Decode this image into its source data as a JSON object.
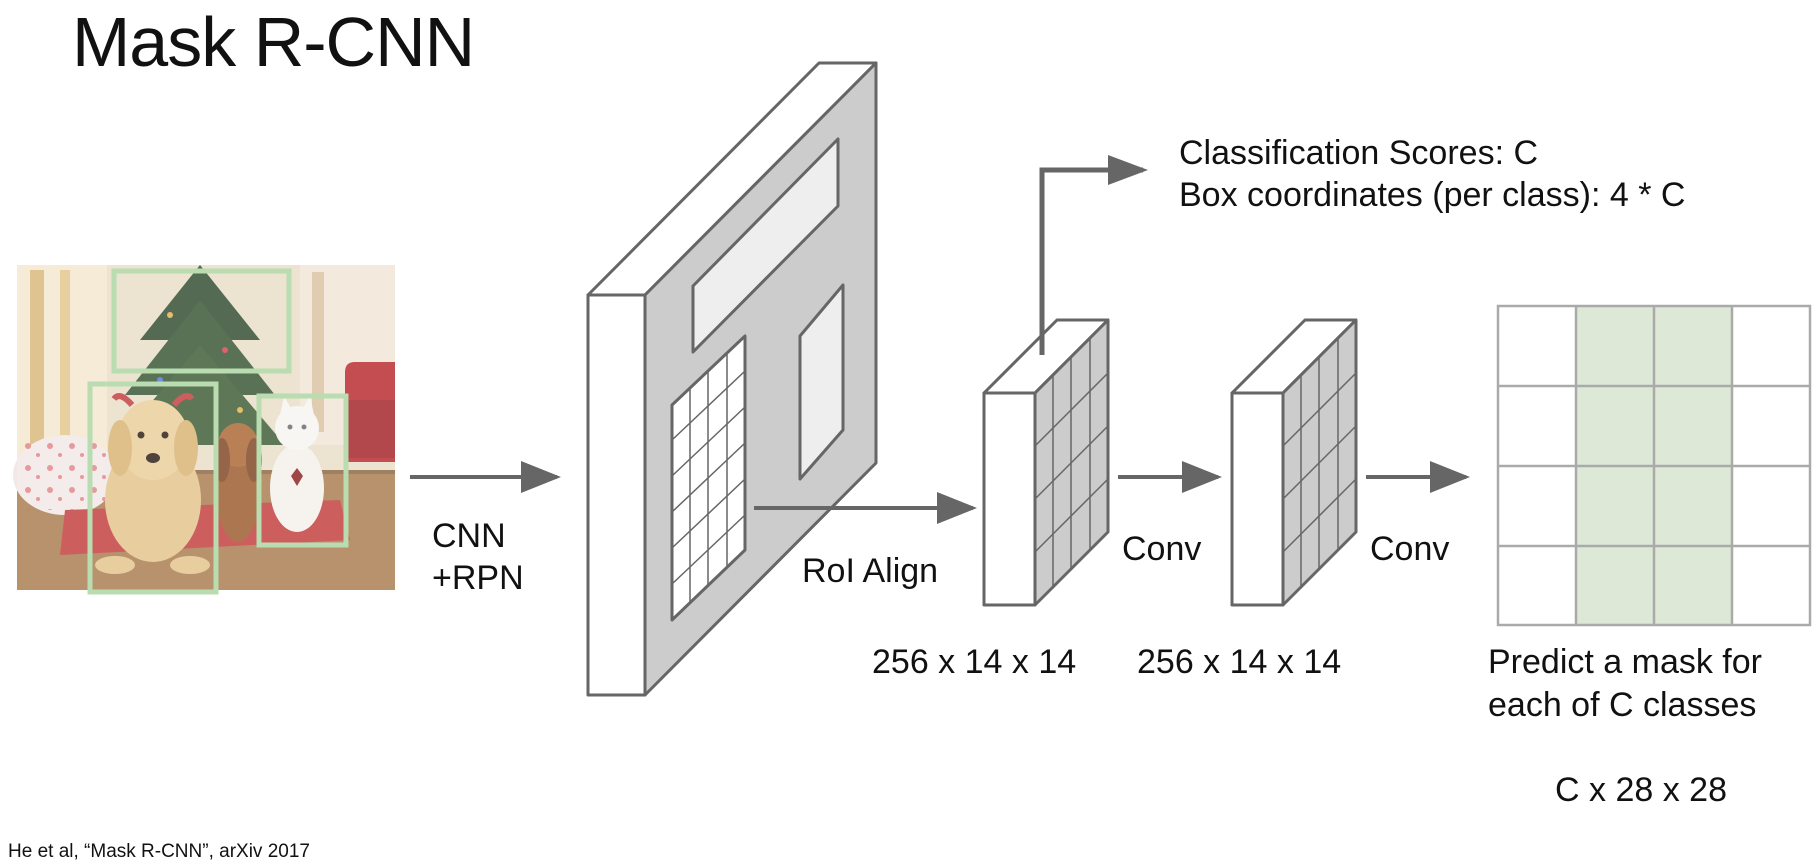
{
  "title": "Mask R-CNN",
  "photo_icon": "dogs-and-cat-christmas-photo-icon",
  "labels": {
    "cnn": "CNN",
    "rpn": "+RPN",
    "roi_align": "RoI Align",
    "conv1": "Conv",
    "conv2": "Conv",
    "dim1": "256 x 14 x 14",
    "dim2": "256 x 14 x 14",
    "cls_scores": "Classification Scores: C",
    "box_coords": "Box coordinates (per class): 4 * C",
    "predict_line1": "Predict a mask for",
    "predict_line2": "each of C classes",
    "mask_dims": "C x 28 x 28"
  },
  "citation": "He et al, “Mask R-CNN”, arXiv 2017",
  "colors": {
    "stroke": "#666666",
    "arrow": "#666666",
    "box_face": "#ffffff",
    "box_side": "#cccccc",
    "panel": "#eeeeee",
    "mask_highlight": "#dde8d6",
    "detection_box": "#b9dcb0"
  }
}
